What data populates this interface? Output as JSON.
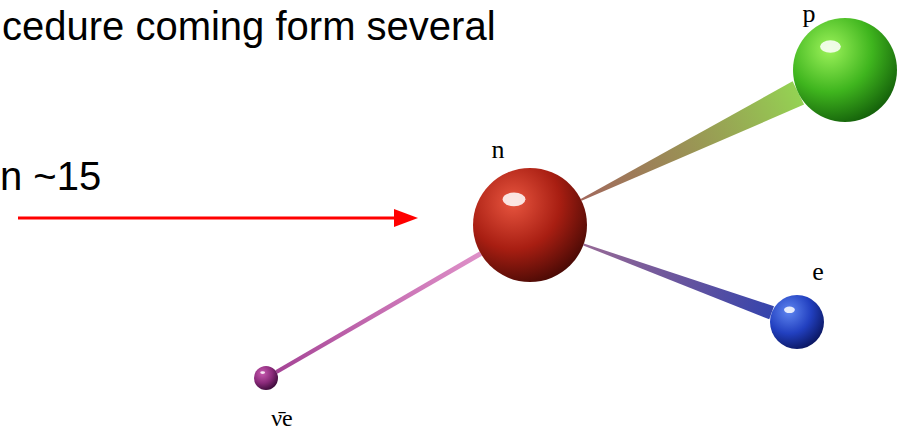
{
  "diagram": {
    "nodes": [
      {
        "text": [
          "n"
        ]
      },
      {
        "text": [
          "p"
        ]
      },
      {
        "text": [
          "e"
        ]
      },
      {
        "text": [
          "ν̄e"
        ]
      }
    ],
    "edges": [
      {
        "from": 0,
        "to": 1,
        "arrow": "none"
      },
      {
        "from": 0,
        "to": 2,
        "arrow": "none"
      },
      {
        "from": 0,
        "to": 3,
        "arrow": "none"
      }
    ],
    "labels": [
      "cedure coming form several",
      "n ~15"
    ]
  }
}
